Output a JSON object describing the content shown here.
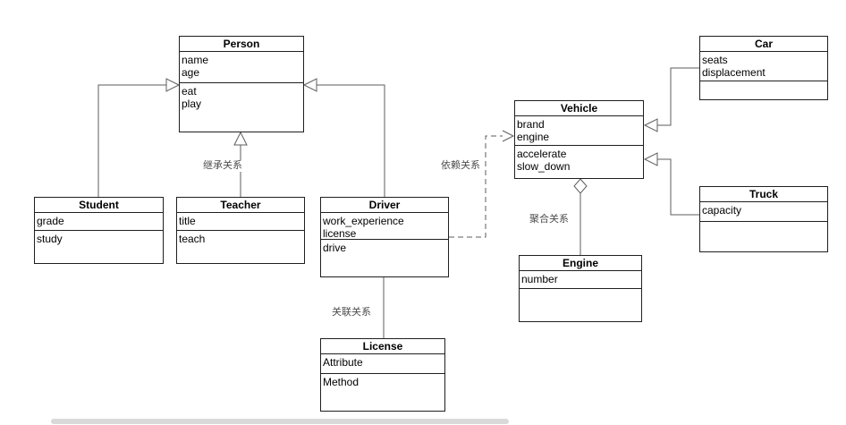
{
  "diagram": {
    "type": "uml-class-diagram",
    "classes": [
      {
        "title": "Person",
        "attributes": [
          "name",
          "age"
        ],
        "methods": [
          "eat",
          "play"
        ]
      },
      {
        "title": "Student",
        "attributes": [
          "grade"
        ],
        "methods": [
          "study"
        ]
      },
      {
        "title": "Teacher",
        "attributes": [
          "title"
        ],
        "methods": [
          "teach"
        ]
      },
      {
        "title": "Driver",
        "attributes": [
          "work_experience",
          "license"
        ],
        "methods": [
          "drive"
        ]
      },
      {
        "title": "License",
        "attributes": [
          "Attribute"
        ],
        "methods": [
          "Method"
        ]
      },
      {
        "title": "Vehicle",
        "attributes": [
          "brand",
          "engine"
        ],
        "methods": [
          "accelerate",
          "slow_down"
        ]
      },
      {
        "title": "Engine",
        "attributes": [
          "number"
        ],
        "methods": []
      },
      {
        "title": "Car",
        "attributes": [
          "seats",
          "displacement"
        ],
        "methods": []
      },
      {
        "title": "Truck",
        "attributes": [
          "capacity"
        ],
        "methods": []
      }
    ],
    "edge_labels": {
      "inheritance": "继承关系",
      "dependency": "依赖关系",
      "association": "关联关系",
      "aggregation": "聚合关系"
    },
    "relationships": [
      {
        "from": "Student",
        "to": "Person",
        "type": "inheritance"
      },
      {
        "from": "Teacher",
        "to": "Person",
        "type": "inheritance",
        "label": "继承关系"
      },
      {
        "from": "Driver",
        "to": "Person",
        "type": "inheritance"
      },
      {
        "from": "Driver",
        "to": "Vehicle",
        "type": "dependency",
        "label": "依赖关系"
      },
      {
        "from": "Driver",
        "to": "License",
        "type": "association",
        "label": "关联关系"
      },
      {
        "from": "Engine",
        "to": "Vehicle",
        "type": "aggregation",
        "label": "聚合关系"
      },
      {
        "from": "Car",
        "to": "Vehicle",
        "type": "inheritance"
      },
      {
        "from": "Truck",
        "to": "Vehicle",
        "type": "inheritance"
      }
    ],
    "colors": {
      "background": "#ffffff",
      "box_border": "#1f1f1f",
      "edge": "#5e5e5e",
      "label_text": "#4d4d4d"
    }
  }
}
